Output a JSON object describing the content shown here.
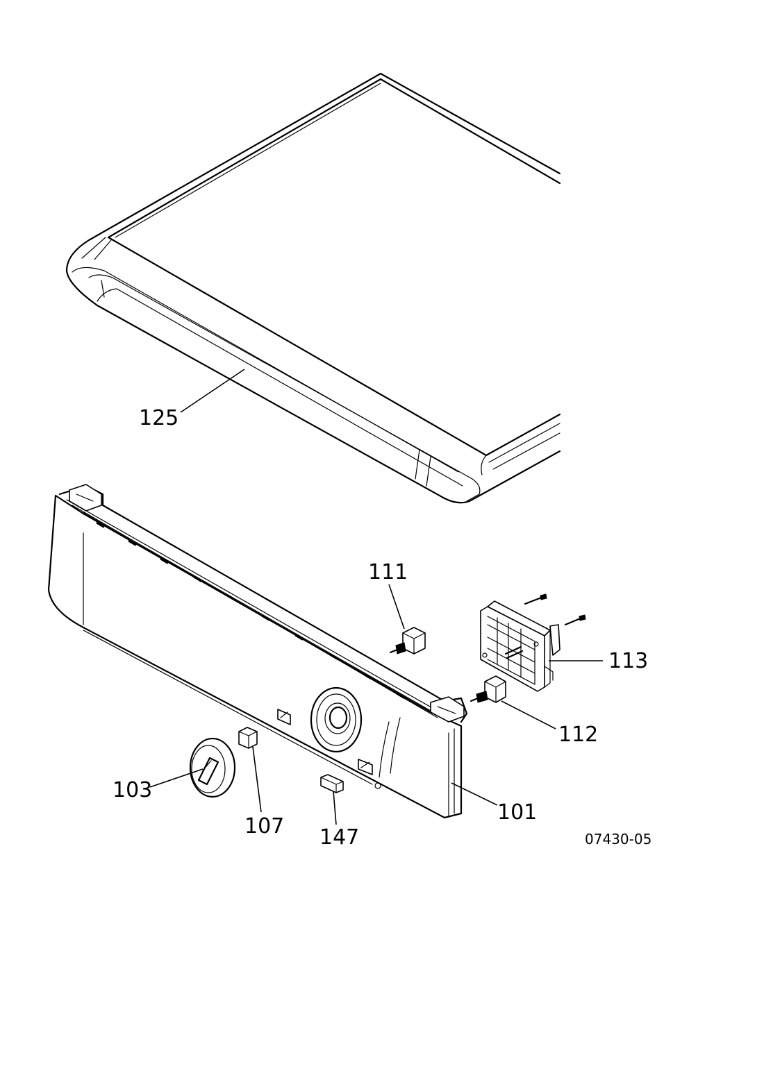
{
  "diagram": {
    "drawing_number": "07430-05",
    "callouts": {
      "c101": "101",
      "c103": "103",
      "c107": "107",
      "c111": "111",
      "c112": "112",
      "c113": "113",
      "c125": "125",
      "c147": "147"
    },
    "line_color": "#000000",
    "background": "#ffffff"
  }
}
